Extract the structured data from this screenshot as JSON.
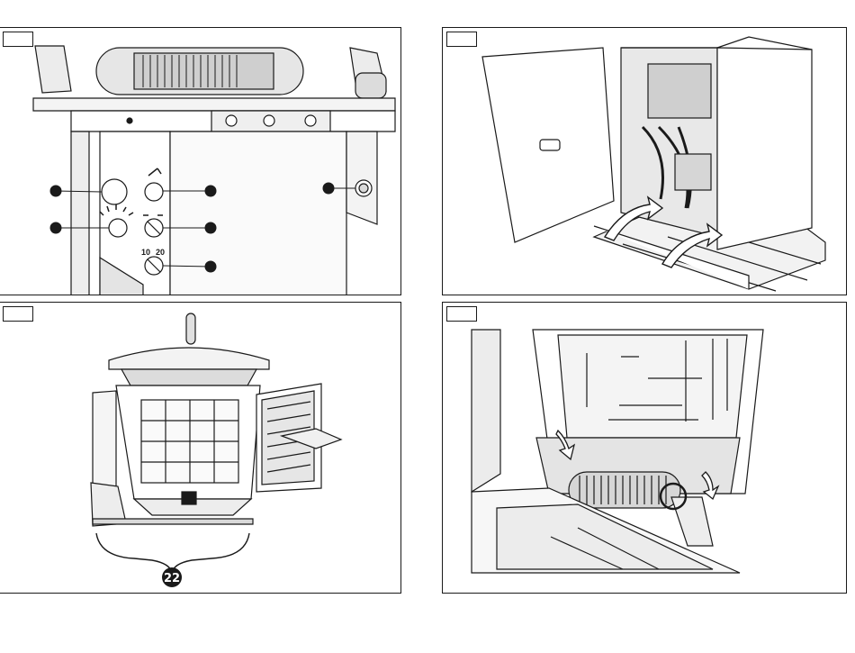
{
  "figure": {
    "panels": [
      {
        "id": "p1",
        "subject": "control-panel-closeup"
      },
      {
        "id": "p2",
        "subject": "side-panel-removal"
      },
      {
        "id": "p3",
        "subject": "open-machine-front-view"
      },
      {
        "id": "p4",
        "subject": "lid-hinge-detail"
      }
    ],
    "dial_scale_low": "10",
    "dial_scale_high": "20",
    "callout_number": "22",
    "line_color": "#1a1a1a",
    "fill_color": "#ffffff",
    "shade_color": "#d9d9d9"
  }
}
